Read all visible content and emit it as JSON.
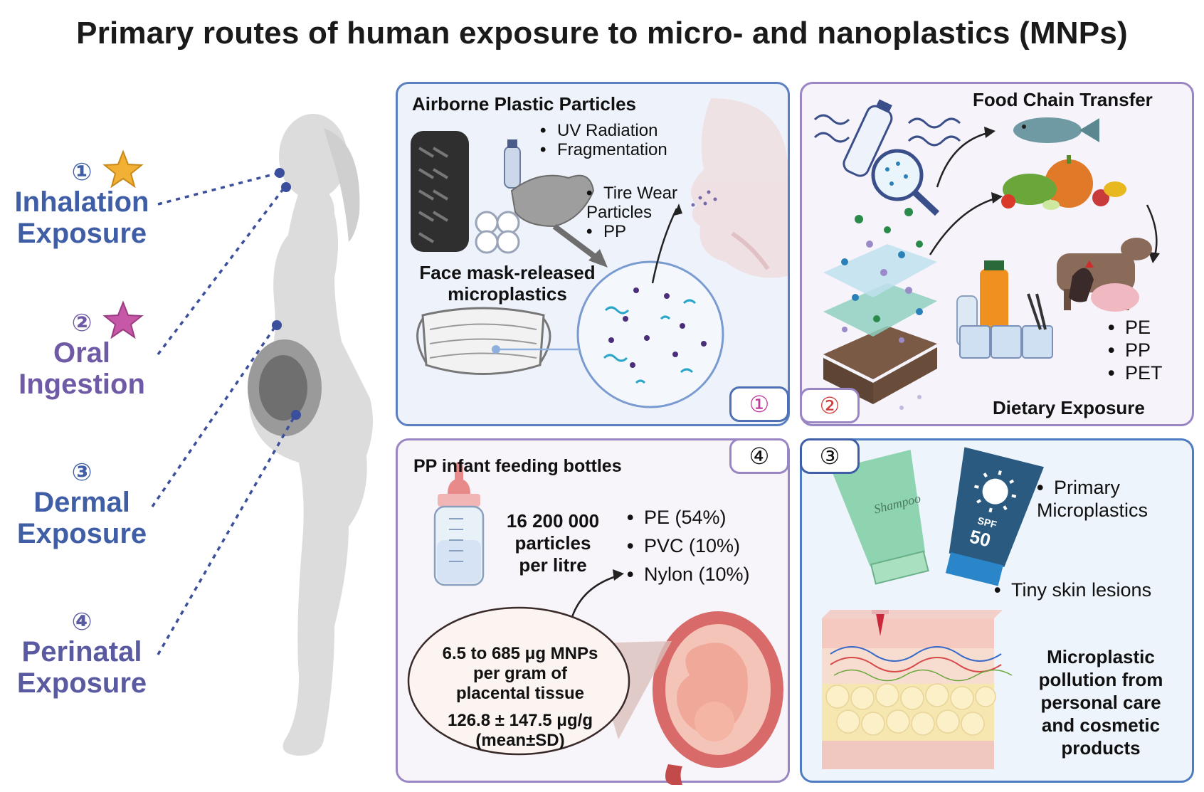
{
  "title": "Primary routes of human exposure to micro- and nanoplastics (MNPs)",
  "routes": [
    {
      "num": "①",
      "line1": "Inhalation",
      "line2": "Exposure"
    },
    {
      "num": "②",
      "line1": "Oral",
      "line2": "Ingestion"
    },
    {
      "num": "③",
      "line1": "Dermal",
      "line2": "Exposure"
    },
    {
      "num": "④",
      "line1": "Perinatal",
      "line2": "Exposure"
    }
  ],
  "panel1": {
    "title": "Airborne Plastic Particles",
    "bullets_top": [
      "UV Radiation",
      "Fragmentation"
    ],
    "bullets_mid": [
      "Tire Wear Particles",
      "PP"
    ],
    "mask_label": "Face mask-released microplastics",
    "tag": "①"
  },
  "panel2": {
    "title": "Food Chain Transfer",
    "bullets": [
      "PE",
      "PP",
      "PET"
    ],
    "footer": "Dietary Exposure",
    "tag": "②"
  },
  "panel4": {
    "title": "PP infant feeding bottles",
    "count_l1": "16 200 000",
    "count_l2": "particles",
    "count_l3": "per litre",
    "bullets": [
      "PE (54%)",
      "PVC (10%)",
      "Nylon (10%)"
    ],
    "placenta_l1": "6.5 to 685 μg MNPs",
    "placenta_l2": "per gram of",
    "placenta_l3": "placental tissue",
    "placenta_l4": "126.8 ± 147.5 μg/g",
    "placenta_l5": "(mean±SD)",
    "tag": "④"
  },
  "panel3": {
    "bullet_primary": "Primary Microplastics",
    "bullet_lesions": "Tiny skin lesions",
    "shampoo_label": "Shampoo",
    "spf_label": "SPF",
    "spf_value": "50",
    "caption_l1": "Microplastic",
    "caption_l2": "pollution from",
    "caption_l3": "personal care",
    "caption_l4": "and cosmetic",
    "caption_l5": "products",
    "tag": "③"
  },
  "colors": {
    "route_blue": "#3f5ea6",
    "route_purple": "#6e5aa5",
    "star_gold": "#f2b134",
    "star_pink": "#c758a8",
    "tag_pink": "#c03c9a",
    "tag_red": "#d23b3b"
  }
}
